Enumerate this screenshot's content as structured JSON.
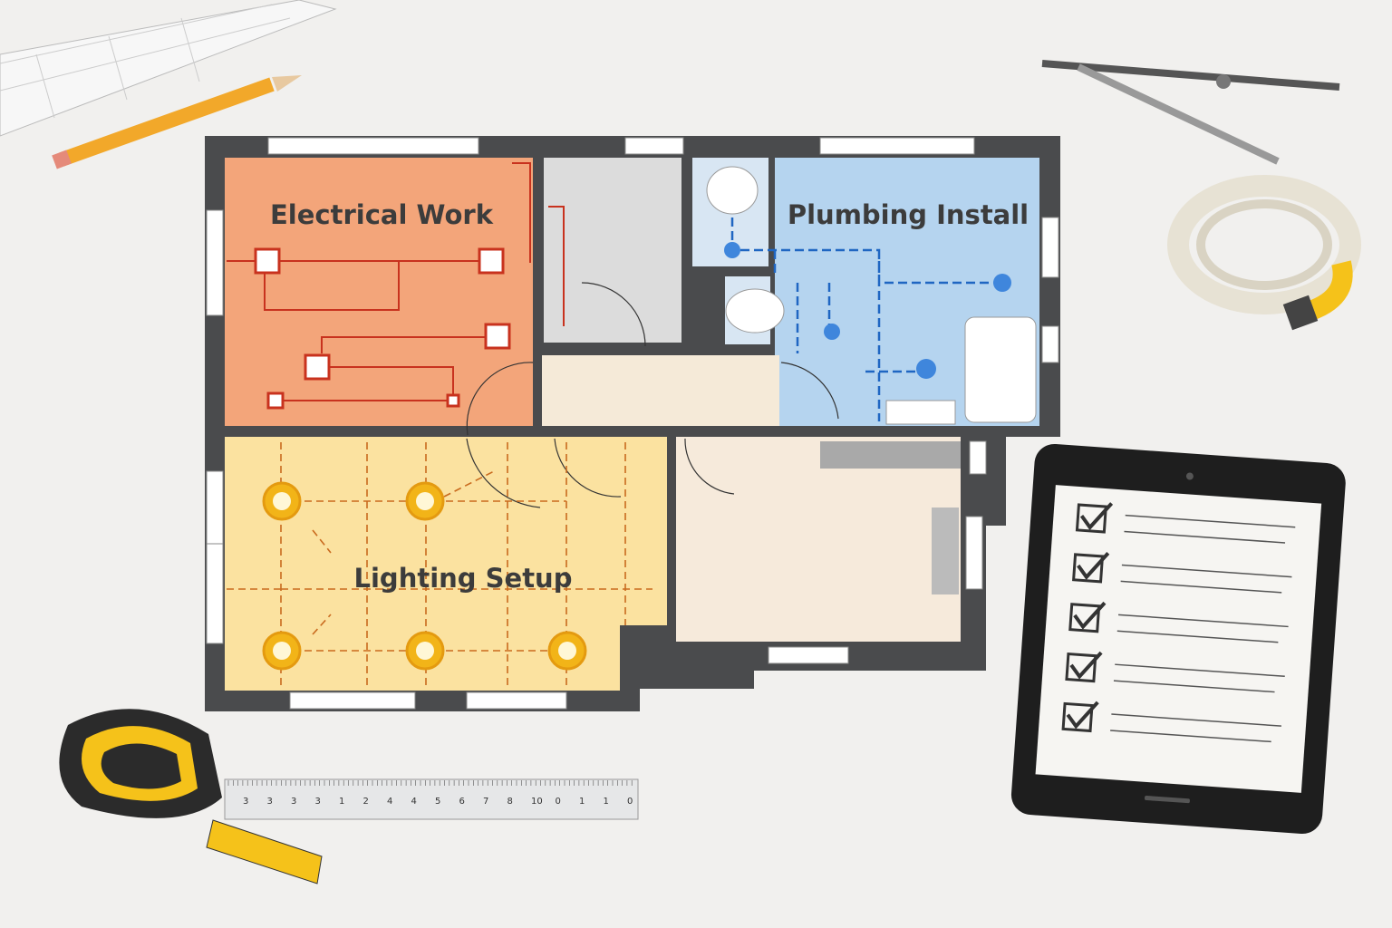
{
  "zones": [
    {
      "id": "electrical",
      "label": "Electrical Work",
      "color": "#f3a57a",
      "line_color": "#c8321e"
    },
    {
      "id": "plumbing",
      "label": "Plumbing Install",
      "color": "#b5d4ef",
      "line_color": "#1f66c2"
    },
    {
      "id": "lighting",
      "label": "Lighting Setup",
      "color": "#fbe2a0",
      "line_color": "#c96a1e"
    }
  ],
  "colors": {
    "wall": "#4a4b4d",
    "background": "#f1f0ee",
    "light_fixture": "#f2b418",
    "tape_measure": "#f5c21a"
  },
  "ruler": {
    "labels": [
      "3",
      "3",
      "3",
      "3",
      "1",
      "2",
      "4",
      "4",
      "5",
      "6",
      "7",
      "8",
      "10",
      "0",
      "1",
      "1",
      "0"
    ]
  },
  "tablet": {
    "checklist_items_checked": 5,
    "checklist_items_total": 5
  },
  "icons": [
    "pencil-icon",
    "compass-icon",
    "tape-measure-icon",
    "ruler-icon",
    "tablet-checklist-icon",
    "blueprint-roll-icon"
  ]
}
